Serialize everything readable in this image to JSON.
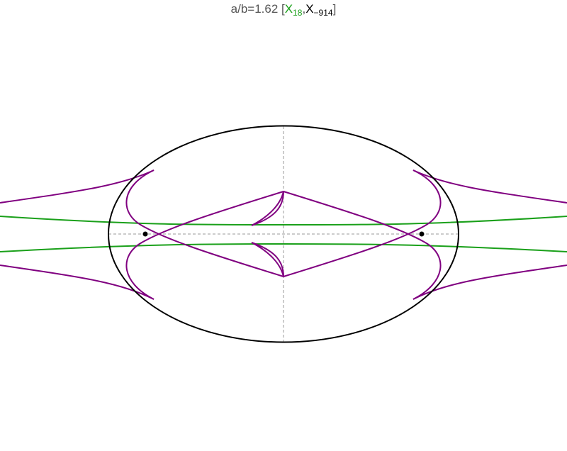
{
  "title": {
    "prefix": "a/b=1.62 [",
    "sym1": "X",
    "sub1": "18",
    "comma": ",",
    "sym2": "X",
    "sub2": "−914",
    "suffix": "]"
  },
  "colors": {
    "ellipse": "#000000",
    "axes": "#999999",
    "green_curve": "#1aa01a",
    "purple_curve": "#800080",
    "title_text": "#555555",
    "title_green": "#1aa01a",
    "title_black": "#000000",
    "foci": "#000000"
  },
  "geometry_model": {
    "a_over_b": 1.62
  }
}
